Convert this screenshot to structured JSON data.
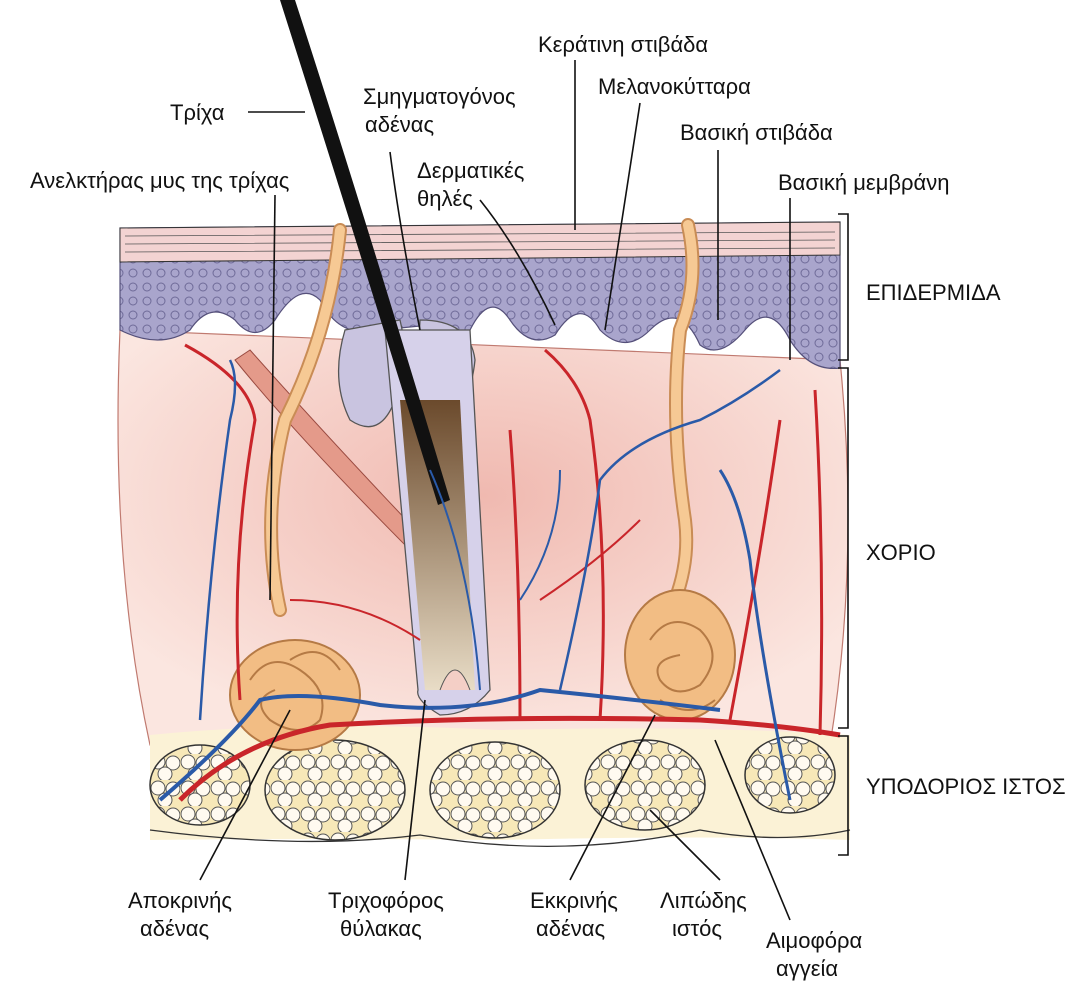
{
  "labels": {
    "hair": "Τρίχα",
    "sebaceous_gland": [
      "Σμηγματογόνος",
      "αδένας"
    ],
    "keratin_layer": "Κεράτινη στιβάδα",
    "melanocytes": "Μελανοκύτταρα",
    "basal_layer": "Βασική στιβάδα",
    "arrector_pili": "Ανελκτήρας μυς της τρίχας",
    "dermal_papillae": [
      "Δερματικές",
      "θηλές"
    ],
    "basement_membrane": "Βασική μεμβράνη",
    "apocrine_gland": [
      "Αποκρινής",
      "αδένας"
    ],
    "hair_follicle": [
      "Τριχοφόρος",
      "θύλακας"
    ],
    "eccrine_gland": [
      "Εκκρινής",
      "αδένας"
    ],
    "adipose_tissue": [
      "Λιπώδης",
      "ιστός"
    ],
    "blood_vessels": [
      "Αιμοφόρα",
      "αγγεία"
    ]
  },
  "layers": {
    "epidermis": "ΕΠΙΔΕΡΜΙΔΑ",
    "dermis": "ΧΟΡΙΟ",
    "hypodermis": "ΥΠΟΔΟΡΙΟΣ ΙΣΤΟΣ"
  },
  "colors": {
    "epidermis": "#a8a4c8",
    "dermis": "#f4cfc6",
    "artery": "#c9252a",
    "vein": "#2a5aa8",
    "gland": "#f2bd84",
    "fat": "#f7e6b0"
  }
}
